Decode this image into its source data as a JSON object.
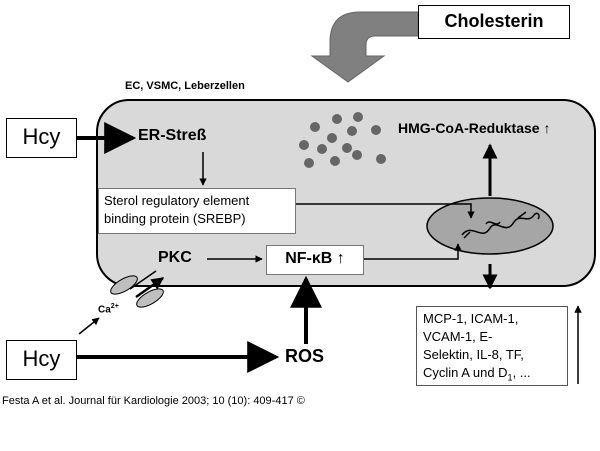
{
  "cholesterin": "Cholesterin",
  "cell_types": "EC, VSMC, Leberzellen",
  "hcy_top": "Hcy",
  "hcy_bottom": "Hcy",
  "er_stress": "ER-Streß",
  "srebp_line1": "Sterol regulatory element",
  "srebp_line2": "binding protein (SREBP)",
  "pkc": "PKC",
  "nfkb": "NF-κB ↑",
  "hmg": "HMG-CoA-Reduktase ↑",
  "calcium": "Ca",
  "calcium_sup": "2+",
  "ros": "ROS",
  "products": {
    "line1": "MCP-1, ICAM-1,",
    "line2": "VCAM-1, E-",
    "line3": "Selektin, IL-8, TF,",
    "line4_prefix": "Cyclin A und D",
    "line4_sub": "1",
    "line4_suffix": ", ..."
  },
  "citation": "Festa A et al. Journal für Kardiologie 2003; 10 (10): 409-417 ©",
  "colors": {
    "cell_fill": "#d9d9d9",
    "droplet": "#666666",
    "arrow_gray": "#808080"
  }
}
